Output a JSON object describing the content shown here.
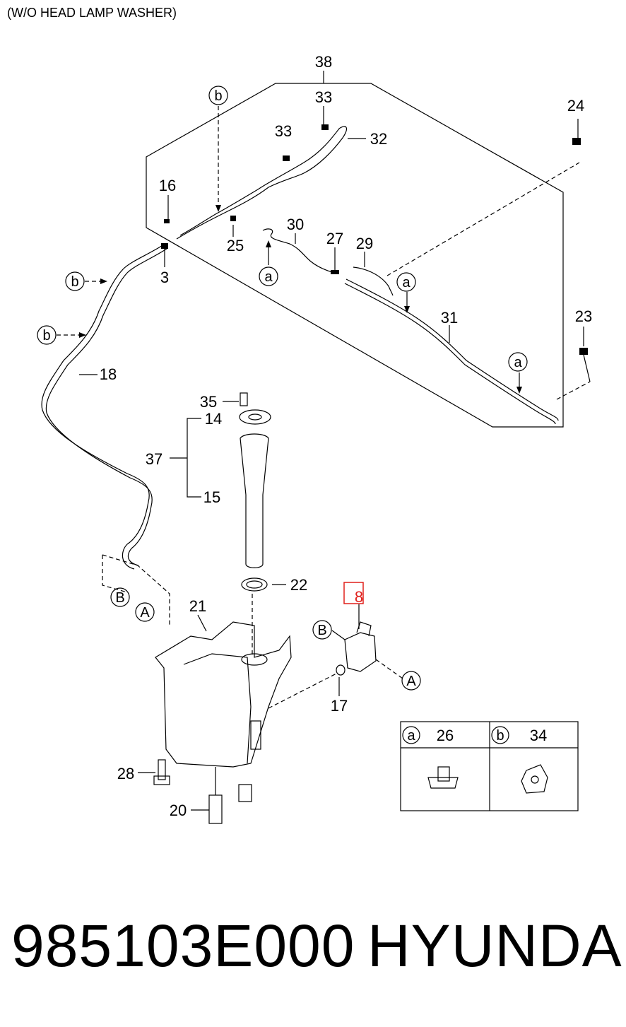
{
  "caption": "(W/O HEAD LAMP WASHER)",
  "labels": {
    "l38": "38",
    "l33a": "33",
    "l33b": "33",
    "l32": "32",
    "l24": "24",
    "l16": "16",
    "l25": "25",
    "l3": "3",
    "l30": "30",
    "l27": "27",
    "l29": "29",
    "l31": "31",
    "l23": "23",
    "l18": "18",
    "l35": "35",
    "l14": "14",
    "l37": "37",
    "l15": "15",
    "l22": "22",
    "l21": "21",
    "l8": "8",
    "l17": "17",
    "l28": "28",
    "l20": "20"
  },
  "markers": {
    "a": "a",
    "b": "b",
    "A": "A",
    "B": "B"
  },
  "legend": {
    "col1_marker": "a",
    "col1_part": "26",
    "col2_marker": "b",
    "col2_part": "34"
  },
  "footer": {
    "part_number": "985103E000",
    "brand": "HYUNDAI"
  },
  "highlight_color": "#e0201c"
}
